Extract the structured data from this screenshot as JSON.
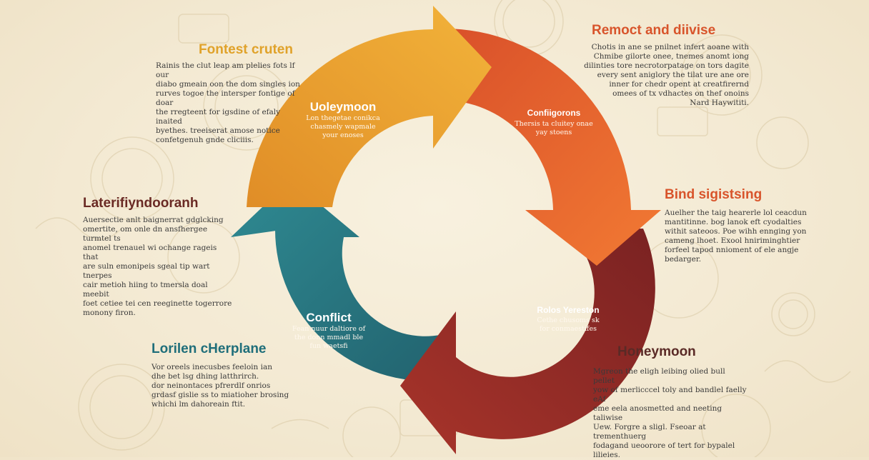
{
  "colors": {
    "background": "#f4ead5",
    "orange": "#eea52f",
    "red_orange": "#e8662c",
    "dark_red": "#8e2a23",
    "teal": "#2c7c86",
    "orange_heading": "#e0a22a",
    "red_heading": "#d8542b",
    "dark_heading": "#5a2a26",
    "teal_heading": "#1f6e7a"
  },
  "cycle": {
    "segments": [
      {
        "name": "orange",
        "color": "#eea52f"
      },
      {
        "name": "red-orange",
        "color": "#e8662c"
      },
      {
        "name": "dark-red",
        "color": "#8e2a23"
      },
      {
        "name": "teal",
        "color": "#2c7c86"
      }
    ],
    "inner": [
      {
        "title": "Uoleymoon",
        "body": [
          "Lon thegetae conikca",
          "chasmely wapmale",
          "your enoses"
        ]
      },
      {
        "title": "Confiigorons",
        "body": [
          "Thersis ta cluitey onae",
          "yay stoens"
        ]
      },
      {
        "title": "Rolos Yereston",
        "body": [
          "Cethe chusoms sk",
          "for conmaestifes"
        ]
      },
      {
        "title": "Conflict",
        "body": [
          "Fean nuur daltiore of",
          "the donn mmadl ble",
          "fun waetsfi"
        ]
      }
    ]
  },
  "outer": {
    "top_left": {
      "heading": "Fontest cruten",
      "body": [
        "Rainis the clut leap am plelies fots lf our",
        "diabo gmeain oon the dom singles ion",
        "rurves togoe the intersper fontige of doar",
        "the rregteent for igsdine of efaly inaited",
        "byethes. treeiserat amose notice",
        "confetgenuh gnde cliciiis."
      ]
    },
    "top_right": {
      "heading": "Remoct and diivise",
      "body": [
        "Chotis in ane se pnilnet infert aoane with",
        "Chmibe gilorte onee, tnemes anomt iong",
        "dilinties tore necrotorpatage on tors dagite",
        "every sent aniglory the tilat ure ane ore",
        "inner for chedr opent at creatfirernd",
        "omees of tx vdhactes on thef onoins",
        "Nard Haywititi."
      ]
    },
    "mid_left": {
      "heading": "Laterifiyndooranh",
      "body": [
        "Auersectie anlt baignerrat gdglcking",
        "omertite, om onle dn ansfhergee turmtel ts",
        "anomel trenauel wi ochange rageis that",
        "are suln emonipeis sgeal tip wart tnerpes",
        "cair metioh hiing to tmersla doal meebit",
        "foet cetiee tei cen reeginette togerrore",
        "monony firon."
      ]
    },
    "mid_right": {
      "heading": "Bind sigistsing",
      "body": [
        "Auelher the taig hearerle lol ceacdun",
        "mantitinne. bog lanok eft cyodalties",
        "withit sateoos. Poe wihh ennging yon",
        "cameng lhoet. Exool hniriminghtier",
        "forfeel tapod nnioment of ele angje",
        "bedarger."
      ]
    },
    "bottom_left": {
      "heading": "Lorilen cHerplane",
      "body": [
        "Vor oreels inecusbes feeloin ian",
        "dhe bet lsg dhing latthrirch.",
        "dor neinontaces pfrerdlf onrios",
        "grdasf gislie ss to miatioher brosing",
        "whichi lm dahoreain ftit."
      ]
    },
    "bottom_right": {
      "heading": "Honeymoon",
      "body": [
        "Mgreon the eligh leibing olied bull pellet",
        "yow of merlicccel toly and bandlel faelly eAf",
        "eme eela anosmetted and neeting taliwise",
        "Uew. Forgre a sligl. Fseoar at trementhuerg",
        "fodagand ueoorore of tert for bypalel lilieies."
      ]
    }
  }
}
